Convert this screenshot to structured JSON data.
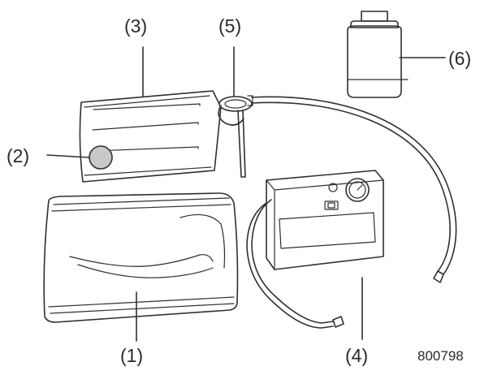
{
  "labels": {
    "bag": "(1)",
    "round_part": "(2)",
    "sheet": "(3)",
    "hose_clip": "(5)",
    "bottle": "(6)",
    "compressor": "(4)"
  },
  "figure_code": "800798",
  "colors": {
    "line": "#2f2f2f",
    "round_part_fill": "#c8c8c8",
    "background": "#ffffff"
  }
}
